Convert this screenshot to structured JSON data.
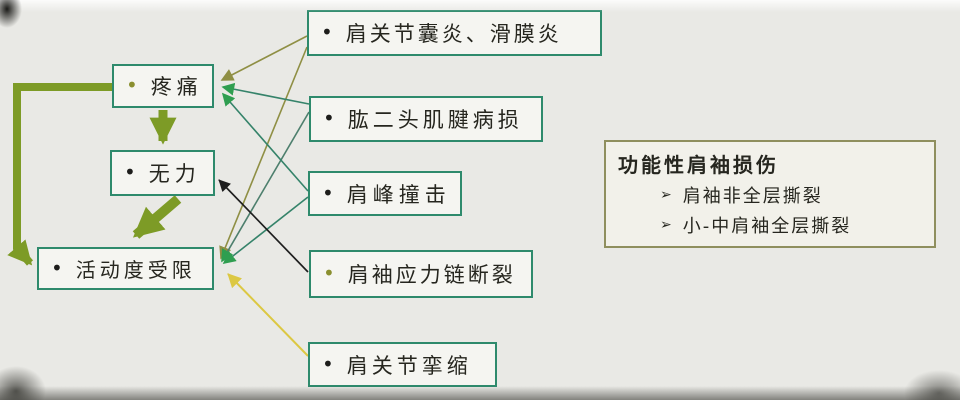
{
  "slide": {
    "symptoms": [
      {
        "bullet": "•",
        "label": "疼痛"
      },
      {
        "bullet": "•",
        "label": "无力"
      },
      {
        "bullet": "•",
        "label": "活动度受限"
      }
    ],
    "causes": [
      {
        "bullet": "•",
        "label": "肩关节囊炎、滑膜炎"
      },
      {
        "bullet": "•",
        "label": "肱二头肌腱病损"
      },
      {
        "bullet": "•",
        "label": "肩峰撞击"
      },
      {
        "bullet": "•",
        "label": "肩袖应力链断裂"
      },
      {
        "bullet": "•",
        "label": "肩关节挛缩"
      }
    ],
    "info_box": {
      "title": "功能性肩袖损伤",
      "items": [
        {
          "marker": "➢",
          "text": "肩袖非全层撕裂"
        },
        {
          "marker": "➢",
          "text": "小-中肩袖全层撕裂"
        }
      ]
    },
    "relations": [
      {
        "from": "肩关节囊炎、滑膜炎",
        "to": "疼痛",
        "line": "olive-thin"
      },
      {
        "from": "肩关节囊炎、滑膜炎",
        "to": "活动度受限",
        "line": "olive-thin"
      },
      {
        "from": "肱二头肌腱病损",
        "to": "疼痛",
        "line": "teal-thin"
      },
      {
        "from": "肱二头肌腱病损",
        "to": "活动度受限",
        "line": "teal-thin"
      },
      {
        "from": "肩峰撞击",
        "to": "疼痛",
        "line": "teal-thin"
      },
      {
        "from": "肩峰撞击",
        "to": "活动度受限",
        "line": "teal-thin"
      },
      {
        "from": "肩袖应力链断裂",
        "to": "无力",
        "line": "black-thin"
      },
      {
        "from": "肩关节挛缩",
        "to": "活动度受限",
        "line": "yellow-thin"
      },
      {
        "from": "疼痛",
        "to": "无力",
        "line": "olive-thick"
      },
      {
        "from": "无力",
        "to": "活动度受限",
        "line": "olive-thick"
      },
      {
        "from": "疼痛",
        "to": "活动度受限",
        "line": "olive-thick-loop"
      }
    ]
  },
  "colors": {
    "background": "#e9e9e5",
    "box_fill": "#f5f5f1",
    "info_fill": "#f2f1ea",
    "teal_border": "#2e8a6c",
    "tan_border": "#8f8f5e",
    "text": "#26261f",
    "bullet_dark": "#1d1d1b",
    "bullet_olive": "#8a8f2f",
    "olive": "#7d9b26",
    "olive_line": "#8f8f44",
    "teal_line": "#35836a",
    "dark_teal_line": "#4d7f6d",
    "black_line": "#1e1e1e",
    "yellow_line": "#dcc843",
    "green_head": "#2f9e50"
  }
}
